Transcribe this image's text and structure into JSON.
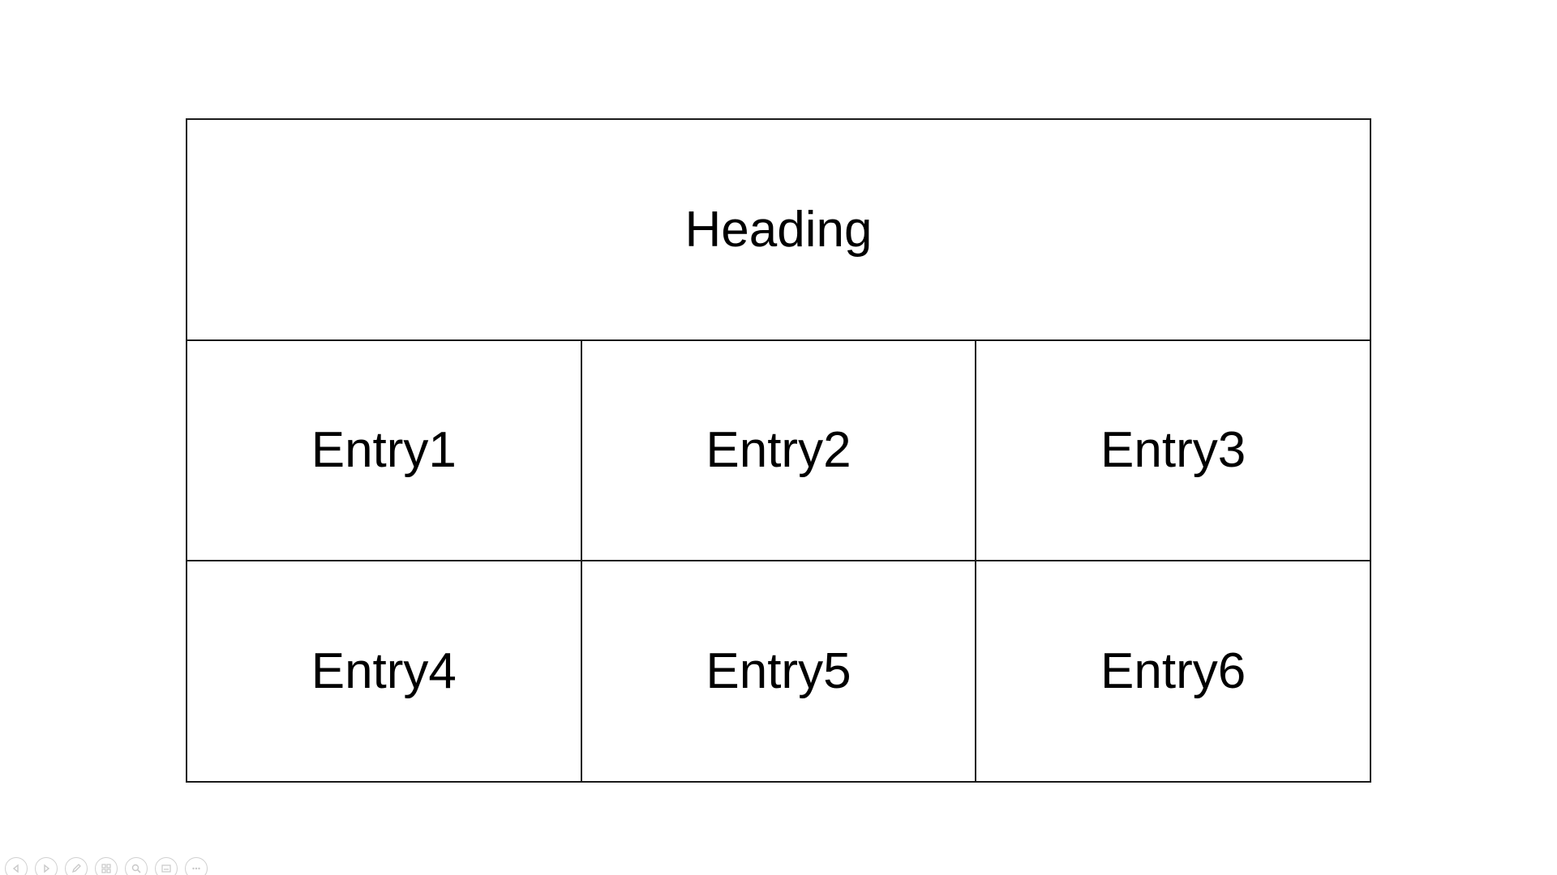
{
  "table": {
    "heading": "Heading",
    "rows": [
      [
        "Entry1",
        "Entry2",
        "Entry3"
      ],
      [
        "Entry4",
        "Entry5",
        "Entry6"
      ]
    ]
  },
  "toolbar": {
    "buttons": [
      {
        "name": "previous-slide-button",
        "icon": "arrow-left-icon"
      },
      {
        "name": "next-slide-button",
        "icon": "arrow-right-icon"
      },
      {
        "name": "pen-tool-button",
        "icon": "pen-icon"
      },
      {
        "name": "see-all-slides-button",
        "icon": "slides-grid-icon"
      },
      {
        "name": "zoom-button",
        "icon": "magnifier-icon"
      },
      {
        "name": "subtitles-button",
        "icon": "screen-icon"
      },
      {
        "name": "more-options-button",
        "icon": "ellipsis-icon"
      }
    ],
    "icon_color": "#c8c8c8"
  }
}
